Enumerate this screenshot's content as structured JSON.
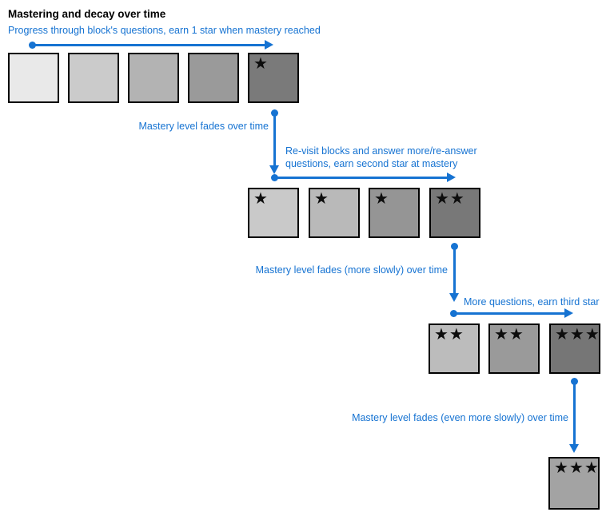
{
  "title": "Mastering and decay over time",
  "colors": {
    "accent": "#1673d2",
    "block_border": "#000000",
    "star": "#0d0d0d"
  },
  "star_glyph": "★",
  "captions": {
    "progress_first_star": "Progress through block's questions, earn 1 star when mastery reached",
    "fade_1": "Mastery level fades over time",
    "revisit_second_star": "Re-visit blocks and answer more/re-answer\nquestions, earn second star at mastery",
    "fade_2": "Mastery level fades (more slowly) over time",
    "more_questions_third_star": "More questions, earn third star",
    "fade_3": "Mastery level fades (even more slowly) over time"
  },
  "rows": [
    {
      "blocks": [
        {
          "fill": "#e9e9e9",
          "stars": 0
        },
        {
          "fill": "#cbcbcb",
          "stars": 0
        },
        {
          "fill": "#b3b3b3",
          "stars": 0
        },
        {
          "fill": "#9a9a9a",
          "stars": 0
        },
        {
          "fill": "#7a7a7a",
          "stars": 1
        }
      ]
    },
    {
      "blocks": [
        {
          "fill": "#c9c9c9",
          "stars": 1
        },
        {
          "fill": "#b9b9b9",
          "stars": 1
        },
        {
          "fill": "#959595",
          "stars": 1
        },
        {
          "fill": "#787878",
          "stars": 2
        }
      ]
    },
    {
      "blocks": [
        {
          "fill": "#bcbcbc",
          "stars": 2
        },
        {
          "fill": "#9a9a9a",
          "stars": 2
        },
        {
          "fill": "#767676",
          "stars": 3
        }
      ]
    },
    {
      "blocks": [
        {
          "fill": "#a3a3a3",
          "stars": 3
        }
      ]
    }
  ]
}
